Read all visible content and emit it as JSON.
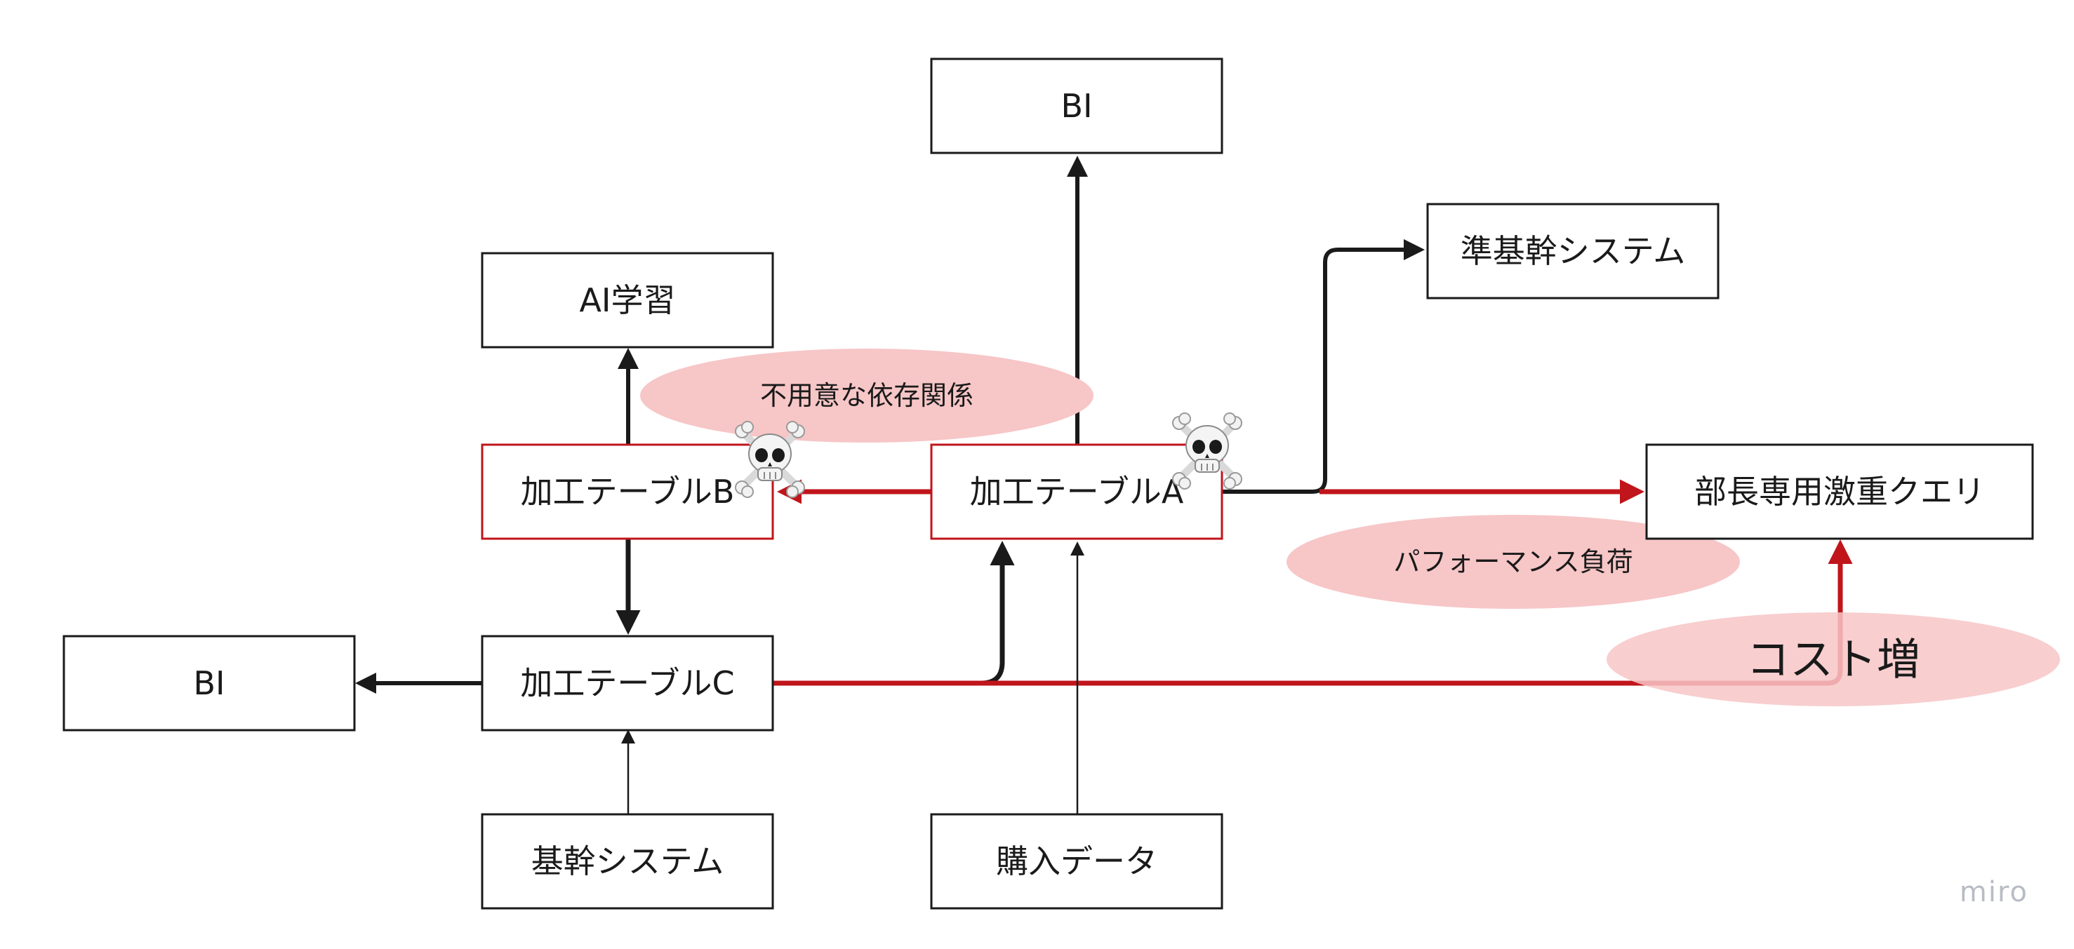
{
  "colors": {
    "black_stroke": "#1a1a1a",
    "red_stroke": "#c0151b",
    "ellipse_fill": "#f7c6c7",
    "watermark": "#b8bcc4"
  },
  "nodes": {
    "bi_top": "BI",
    "bi_left": "BI",
    "ai_training": "AI学習",
    "semi_core_system": "準基幹システム",
    "table_a": "加工テーブルA",
    "table_b": "加工テーブルB",
    "table_c": "加工テーブルC",
    "manager_query": "部長専用激重クエリ",
    "core_system": "基幹システム",
    "purchase_data": "購入データ"
  },
  "annotations": {
    "unintended_dependency": "不用意な依存関係",
    "performance_load": "パフォーマンス負荷",
    "cost_increase": "コスト増"
  },
  "icons": {
    "warning_a": "skull-and-crossbones-icon",
    "warning_b": "skull-and-crossbones-icon",
    "glyph": "☠"
  },
  "watermark": "miro"
}
